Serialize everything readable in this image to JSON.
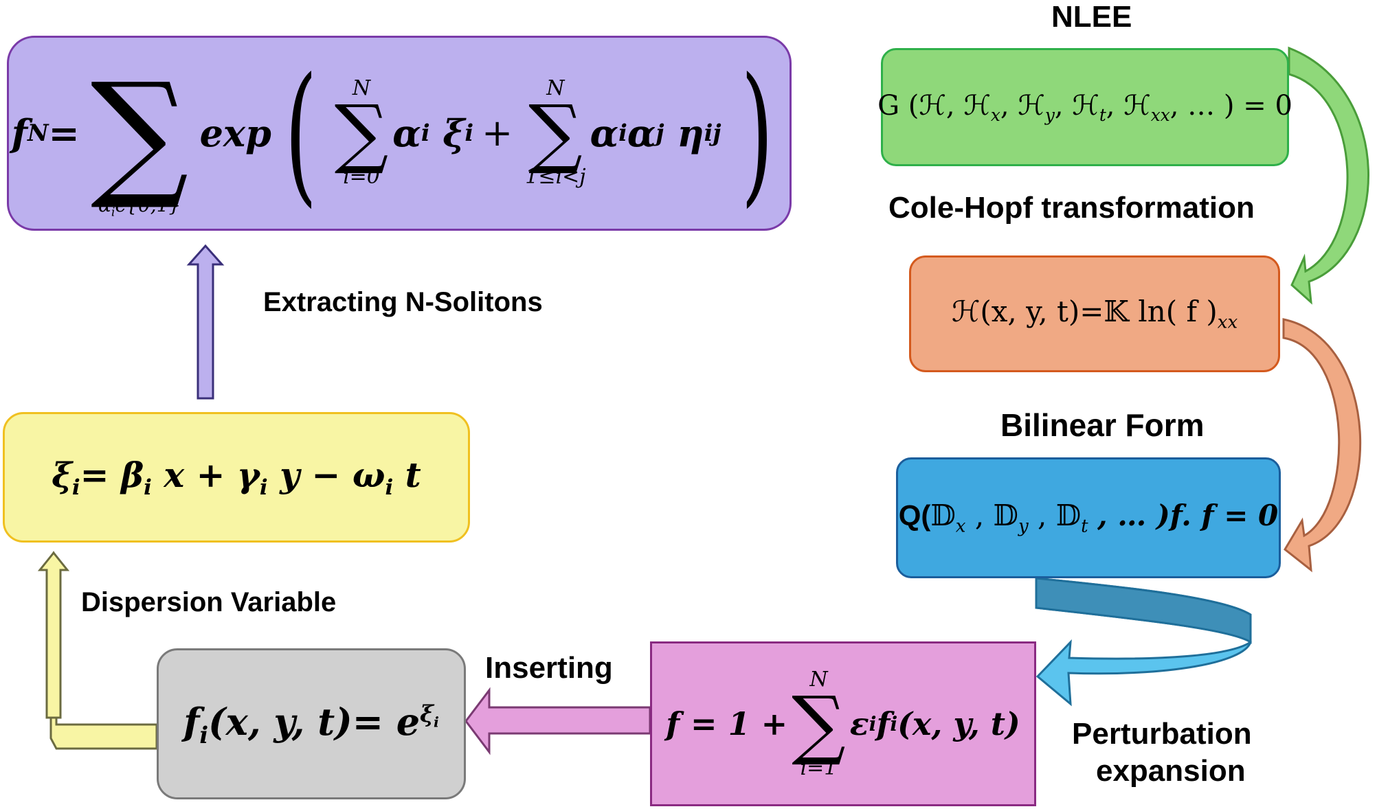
{
  "boxes": {
    "nlee": {
      "lhs": "G (ℋ, ℋ",
      "subs": [
        "x",
        "y",
        "t",
        "xx"
      ],
      "rhs": ", … ) = 0"
    },
    "cole_hopf": {
      "text": "ℋ(x, y, t)=𝕂 ln( f )",
      "sub": "xx"
    },
    "bilinear": {
      "prefix": "Q(",
      "ops": [
        "𝔻",
        "𝔻",
        "𝔻"
      ],
      "op_subs": [
        "x",
        "y",
        "t"
      ],
      "suffix": ", … )f. f = 0"
    },
    "perturbation": {
      "lhs": "f = 1 +",
      "sum_upper": "N",
      "sum_lower": "i=1",
      "term": "ε",
      "term_sup": "i",
      "term_rest": "f",
      "term_sub": "i",
      "term_args": "(x, y, t)"
    },
    "fi": {
      "lhs": "f",
      "lhs_sub": "i",
      "args": "(x, y, t)= e",
      "sup": "ξ",
      "sup_sub": "i"
    },
    "xi": {
      "text_pre": "ξ",
      "sub_i": "i",
      "eq": "= β",
      "x": " x + γ",
      "y": " y − ω",
      "t": " t"
    },
    "fn": {
      "lhs": "f",
      "lhs_sub": "N",
      "eq": " = ",
      "big_lower": "α",
      "big_lower_rest": "ϵ{0,1}",
      "exp": "exp",
      "sum1_upper": "N",
      "sum1_lower": "i=0",
      "term1": "α",
      "term1b": "ξ",
      "plus": "+",
      "sum2_upper": "N",
      "sum2_lower": "1≤i<j",
      "term2": "α",
      "term2b": "α",
      "term2c": "η",
      "term2c_sub": "ij"
    }
  },
  "labels": {
    "nlee": "NLEE",
    "cole_hopf": "Cole-Hopf transformation",
    "bilinear": "Bilinear Form",
    "perturbation_line1": "Perturbation",
    "perturbation_line2": "expansion",
    "inserting": "Inserting",
    "dispersion": "Dispersion Variable",
    "extracting": "Extracting N-Solitons"
  },
  "colors": {
    "nlee_fill": "#8fd87a",
    "cole_fill": "#f0a984",
    "bilinear_fill": "#3fa8e0",
    "pert_fill": "#e49fdc",
    "fi_fill": "#d0d0d0",
    "xi_fill": "#f8f5a4",
    "fn_fill": "#bcb0ee"
  }
}
